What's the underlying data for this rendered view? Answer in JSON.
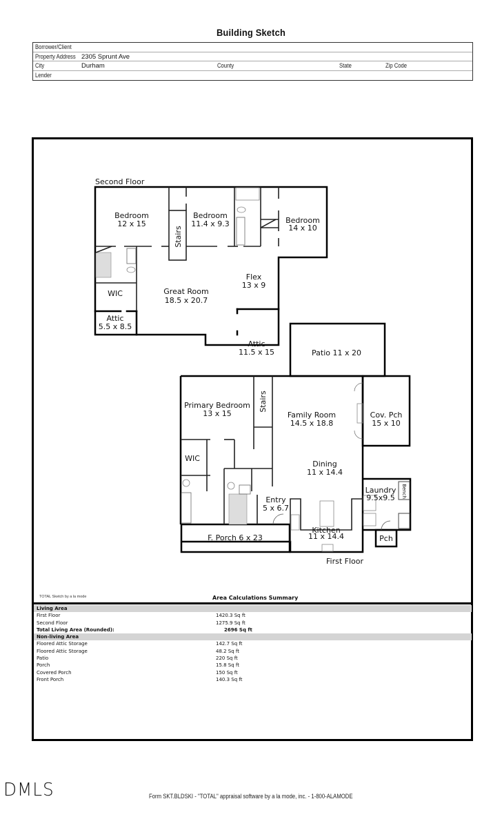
{
  "document": {
    "title": "Building Sketch"
  },
  "header": {
    "borrower_label": "Borrower/Client",
    "borrower_value": "",
    "address_label": "Property Address",
    "address_value": "2305 Sprunt Ave",
    "city_label": "City",
    "city_value": "Durham",
    "county_label": "County",
    "county_value": "",
    "state_label": "State",
    "state_value": "",
    "zip_label": "Zip Code",
    "zip_value": "",
    "lender_label": "Lender",
    "lender_value": ""
  },
  "plan": {
    "second_floor": {
      "label": "Second Floor",
      "rooms": [
        {
          "name": "Bedroom",
          "dims": "12 x 15"
        },
        {
          "name": "Bedroom",
          "dims": "11.4 x 9.3"
        },
        {
          "name": "Bedroom",
          "dims": "14 x 10"
        },
        {
          "name": "Stairs",
          "dims": ""
        },
        {
          "name": "WIC",
          "dims": ""
        },
        {
          "name": "Great Room",
          "dims": "18.5 x 20.7"
        },
        {
          "name": "Flex",
          "dims": "13 x 9"
        },
        {
          "name": "Attic",
          "dims": "5.5 x 8.5"
        },
        {
          "name": "Attic",
          "dims": "11.5 x 15"
        }
      ]
    },
    "first_floor": {
      "label": "First Floor",
      "rooms": [
        {
          "name": "Patio 11 x 20",
          "dims": ""
        },
        {
          "name": "Primary Bedroom",
          "dims": "13 x 15"
        },
        {
          "name": "Stairs",
          "dims": ""
        },
        {
          "name": "Family Room",
          "dims": "14.5 x 18.8"
        },
        {
          "name": "Cov. Pch",
          "dims": "15 x 10"
        },
        {
          "name": "WIC",
          "dims": ""
        },
        {
          "name": "Dining",
          "dims": "11 x 14.4"
        },
        {
          "name": "Laundry",
          "dims": "9.5x9.5"
        },
        {
          "name": "Bench",
          "dims": ""
        },
        {
          "name": "Entry",
          "dims": "5 x 6.7"
        },
        {
          "name": "Kitchen",
          "dims": "11 x 14.4"
        },
        {
          "name": "Pch",
          "dims": ""
        },
        {
          "name": "F. Porch 6 x 23",
          "dims": ""
        }
      ]
    }
  },
  "summary": {
    "credit": "TOTAL Sketch by a la mode",
    "title": "Area Calculations Summary",
    "living_header": "Living Area",
    "living": [
      {
        "name": "First Floor",
        "value": "1420.3 Sq ft"
      },
      {
        "name": "Second Floor",
        "value": "1275.9 Sq ft"
      }
    ],
    "total_label": "Total Living Area (Rounded):",
    "total_value": "2696 Sq ft",
    "nonliving_header": "Non-living Area",
    "nonliving": [
      {
        "name": "Floored Attic Storage",
        "value": "142.7 Sq ft"
      },
      {
        "name": "Floored Attic Storage",
        "value": "48.2 Sq ft"
      },
      {
        "name": "Patio",
        "value": "220 Sq ft"
      },
      {
        "name": "Porch",
        "value": "15.8 Sq ft"
      },
      {
        "name": "Covered Porch",
        "value": "150 Sq ft"
      },
      {
        "name": "Front Porch",
        "value": "140.3 Sq ft"
      }
    ]
  },
  "footer": {
    "logo": "DMLS",
    "form_text": "Form SKT.BLDSKI - \"TOTAL\" appraisal software by a la mode, inc. - 1-800-ALAMODE"
  }
}
